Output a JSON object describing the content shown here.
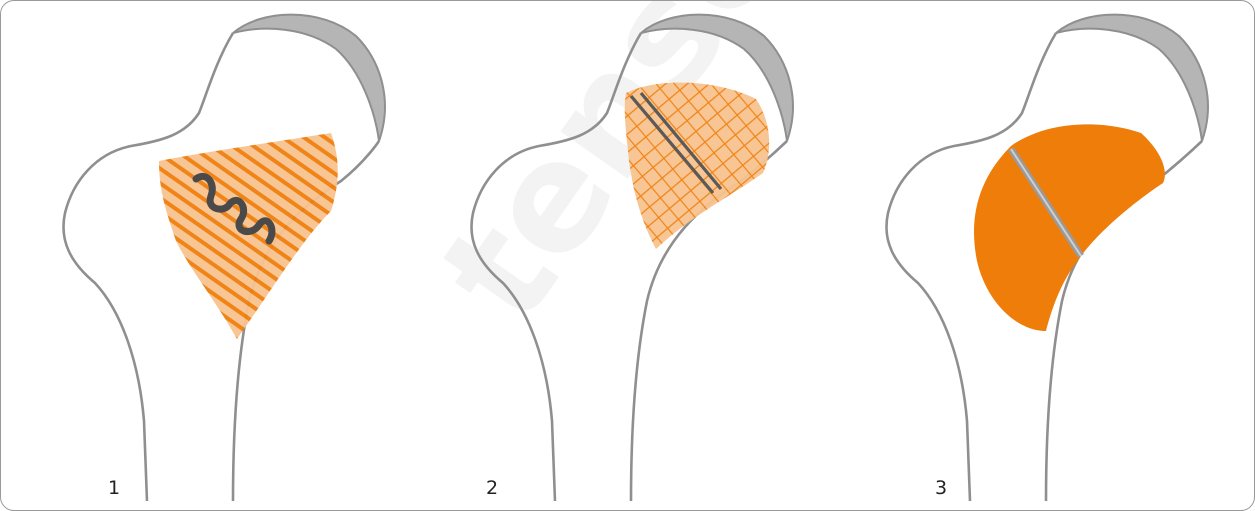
{
  "panels": [
    {
      "label": "1"
    },
    {
      "label": "2"
    },
    {
      "label": "3"
    }
  ],
  "watermark": "tensehe",
  "colors": {
    "bone_outline": "#8f8f8f",
    "cortex_fill": "#b5b5b5",
    "orange": "#ef7d0a",
    "orange_light": "#f8c38f",
    "fracture": "#4a4a4a",
    "border": "#9a9a9a"
  },
  "icons": {
    "panel_1": "bone-fracture-healing-stage-1",
    "panel_2": "bone-fracture-healing-stage-2",
    "panel_3": "bone-fracture-healing-stage-3"
  }
}
